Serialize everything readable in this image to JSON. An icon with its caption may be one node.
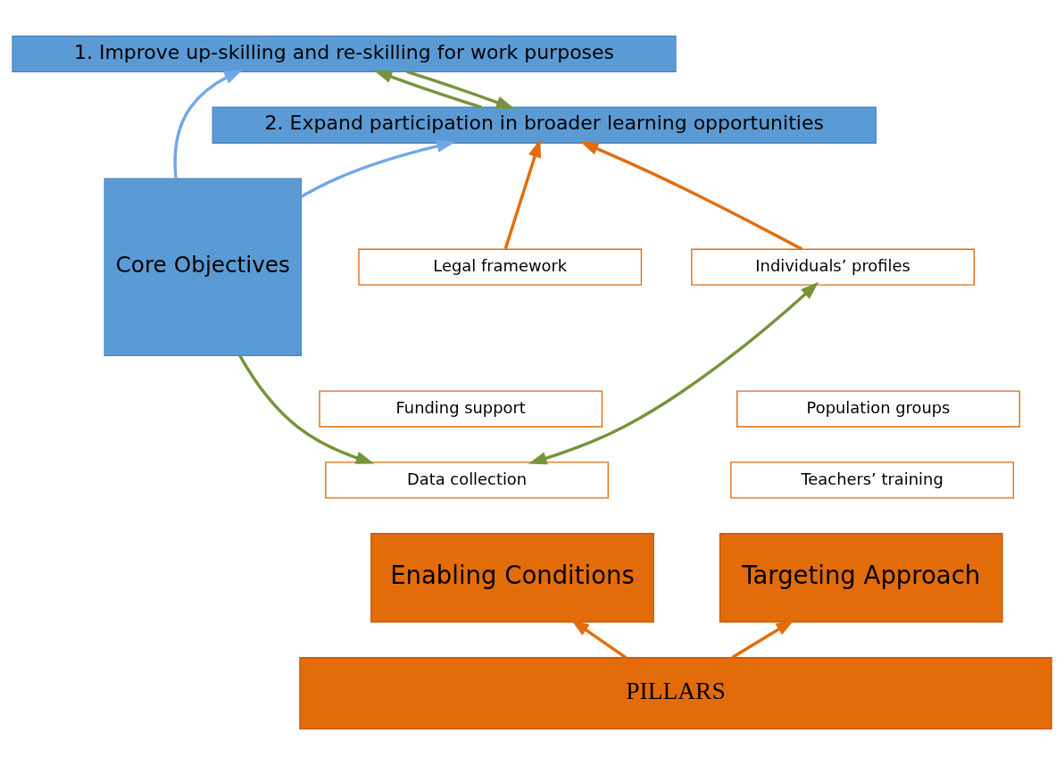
{
  "diagram": {
    "nodes": [
      {
        "text": [
          "Core Objectives"
        ]
      },
      {
        "text": [
          "1. Improve up-skilling and re-skilling for work purposes"
        ]
      },
      {
        "text": [
          "2. Expand participation in broader learning opportunities"
        ]
      },
      {
        "text": [
          "Legal framework"
        ]
      },
      {
        "text": [
          "Funding support"
        ]
      },
      {
        "text": [
          "Data collection"
        ]
      },
      {
        "text": [
          "Individuals’ profiles"
        ]
      },
      {
        "text": [
          "Population groups"
        ]
      },
      {
        "text": [
          "Teachers’ training"
        ]
      },
      {
        "text": [
          "Enabling Conditions"
        ]
      },
      {
        "text": [
          "Targeting Approach"
        ]
      },
      {
        "text": [
          "PILLARS"
        ]
      }
    ],
    "edges": [
      {
        "from": 0,
        "to": 1,
        "arrow": "to",
        "color": "#6fa8e8"
      },
      {
        "from": 0,
        "to": 2,
        "arrow": "to",
        "color": "#6fa8e8"
      },
      {
        "from": 2,
        "to": 1,
        "arrow": "to",
        "color": "#77933c"
      },
      {
        "from": 1,
        "to": 2,
        "arrow": "to",
        "color": "#77933c"
      },
      {
        "from": 3,
        "to": 2,
        "arrow": "to",
        "color": "#e36c0a"
      },
      {
        "from": 6,
        "to": 2,
        "arrow": "to",
        "color": "#e36c0a"
      },
      {
        "from": 0,
        "to": 5,
        "arrow": "to",
        "color": "#77933c"
      },
      {
        "from": 5,
        "to": 6,
        "arrow": "both",
        "color": "#77933c"
      },
      {
        "from": 11,
        "to": 9,
        "arrow": "to",
        "color": "#e36c0a"
      },
      {
        "from": 11,
        "to": 10,
        "arrow": "to",
        "color": "#e36c0a"
      }
    ]
  }
}
